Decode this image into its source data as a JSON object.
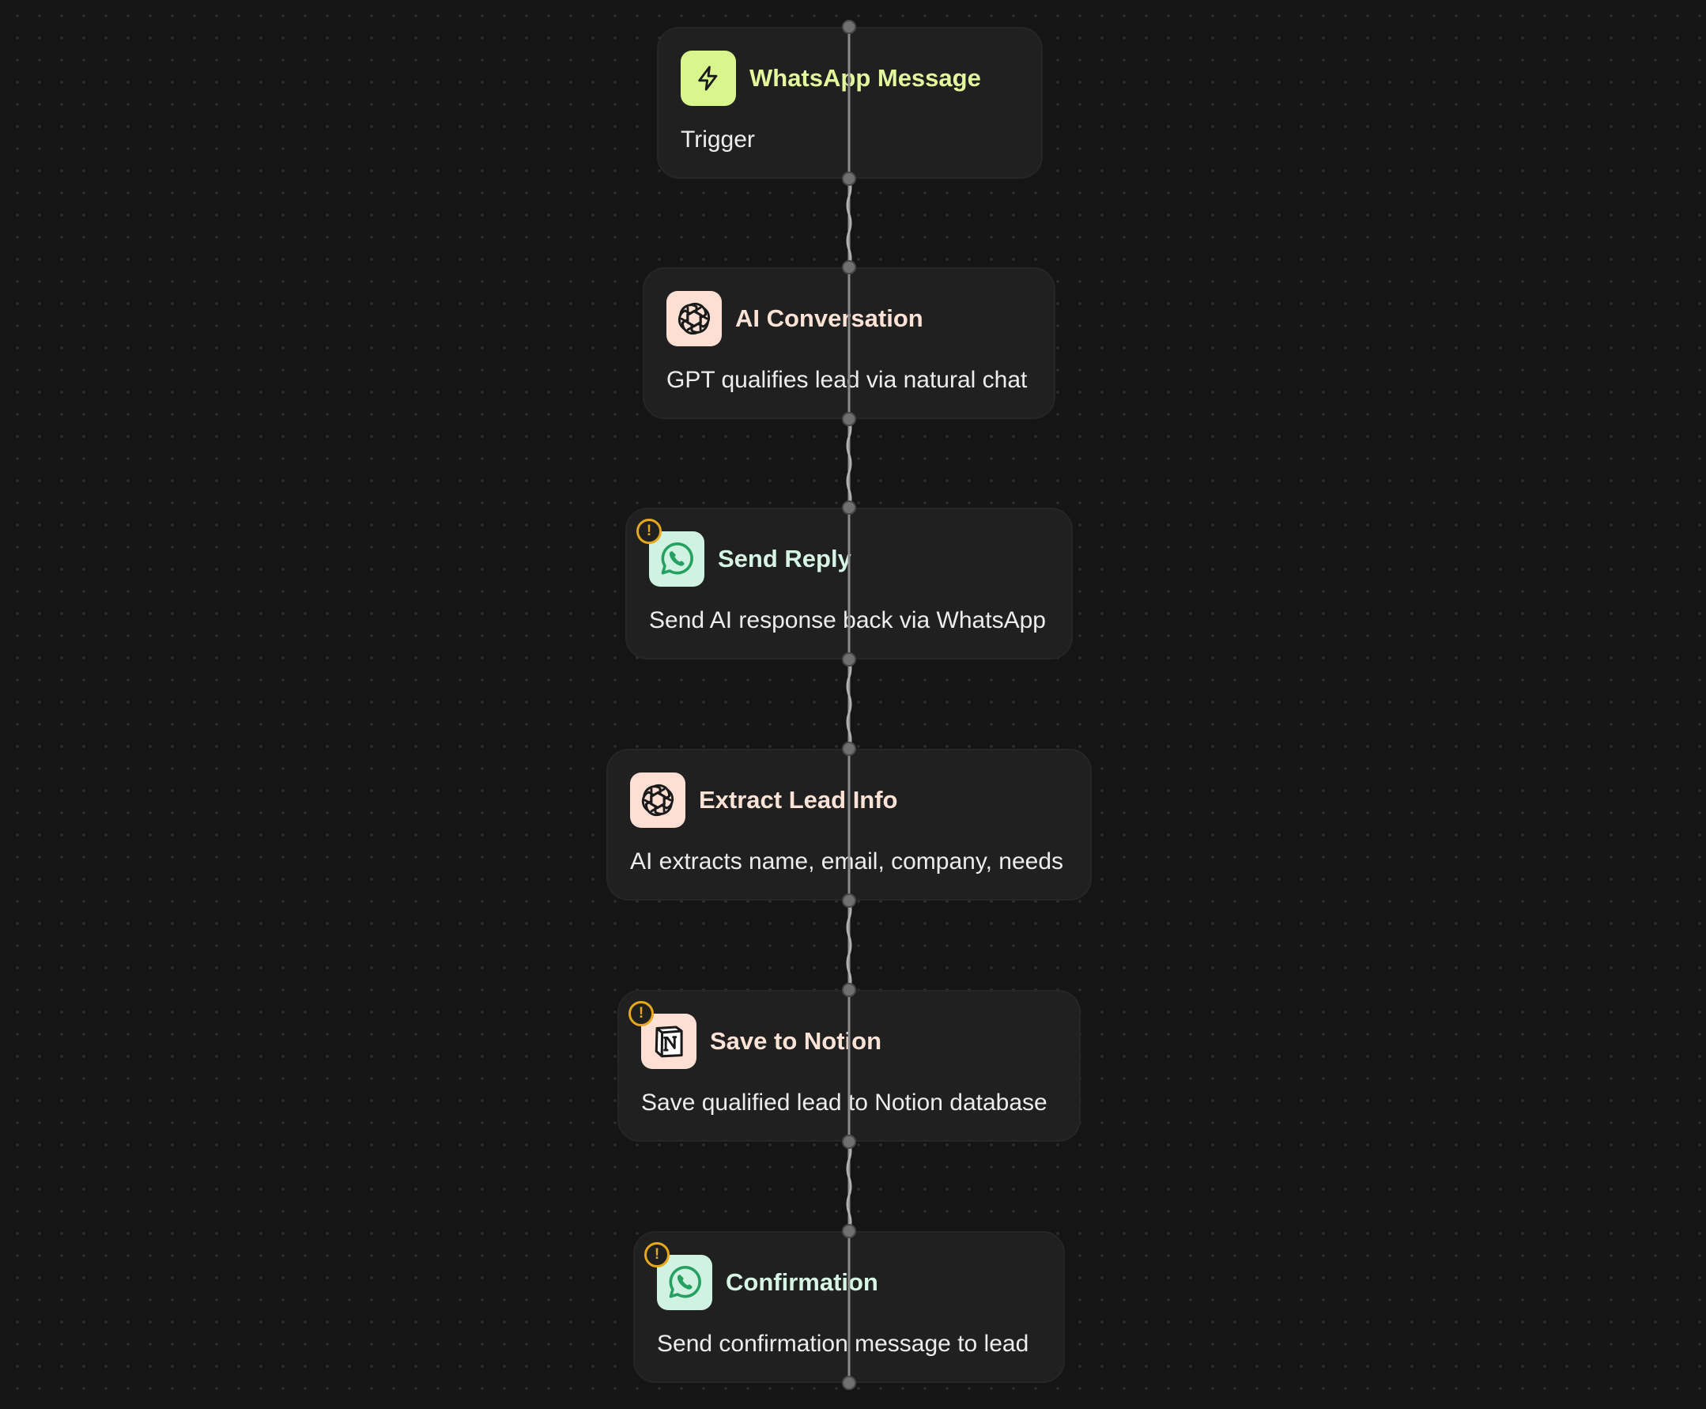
{
  "nodes": [
    {
      "title": "WhatsApp Message",
      "subtitle": "Trigger",
      "icon": "bolt-icon",
      "warning": false,
      "title_color": "#e4f79c",
      "icon_bg": "#d8f58e"
    },
    {
      "title": "AI Conversation",
      "subtitle": "GPT qualifies lead via natural chat",
      "icon": "openai-icon",
      "warning": false,
      "title_color": "#fde3d6",
      "icon_bg": "#fde0d3"
    },
    {
      "title": "Send Reply",
      "subtitle": "Send AI response back via WhatsApp",
      "icon": "whatsapp-icon",
      "warning": true,
      "warning_symbol": "!",
      "title_color": "#d6f5e6",
      "icon_bg": "#d0f2e2"
    },
    {
      "title": "Extract Lead Info",
      "subtitle": "AI extracts name, email, company, needs",
      "icon": "openai-icon",
      "warning": false,
      "title_color": "#fde3d6",
      "icon_bg": "#fde0d3"
    },
    {
      "title": "Save to Notion",
      "subtitle": "Save qualified lead to Notion database",
      "icon": "notion-icon",
      "warning": true,
      "warning_symbol": "!",
      "title_color": "#fde3d6",
      "icon_bg": "#fde0d3"
    },
    {
      "title": "Confirmation",
      "subtitle": "Send confirmation message to lead",
      "icon": "whatsapp-icon",
      "warning": true,
      "warning_symbol": "!",
      "title_color": "#d6f5e6",
      "icon_bg": "#d0f2e2"
    }
  ],
  "colors": {
    "canvas_bg": "#151515",
    "node_bg": "#202020",
    "wire": "#8a8a8a",
    "port": "#707070",
    "warning": "#e6a81c",
    "whatsapp_green": "#25a061"
  }
}
